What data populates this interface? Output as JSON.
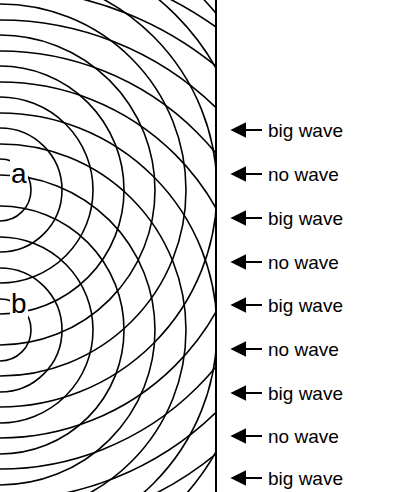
{
  "diagram": {
    "labels": [
      "a",
      "b",
      "big wave",
      "no wave",
      "big wave",
      "no wave",
      "big wave",
      "no wave",
      "big wave",
      "no wave",
      "big wave"
    ]
  }
}
